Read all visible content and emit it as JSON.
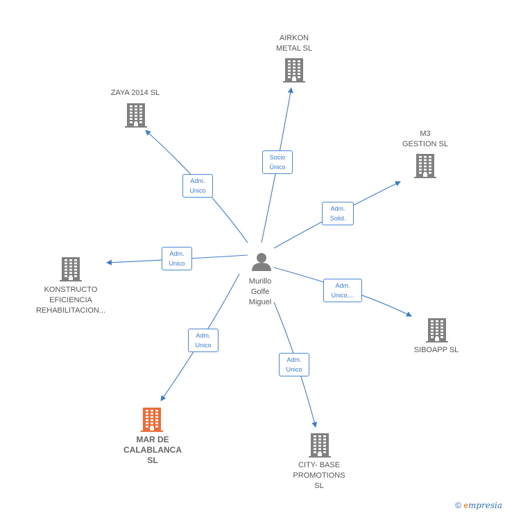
{
  "center": {
    "label": "Murillo\nGolfe\nMiguel",
    "icon": "person-icon"
  },
  "companies": [
    {
      "id": "airkon",
      "label": "AIRKON\nMETAL  SL",
      "icon": "building-icon",
      "color": "#808080"
    },
    {
      "id": "zaya",
      "label": "ZAYA 2014  SL",
      "icon": "building-icon",
      "color": "#808080"
    },
    {
      "id": "m3",
      "label": "M3\nGESTION SL",
      "icon": "building-icon",
      "color": "#808080"
    },
    {
      "id": "konstructo",
      "label": "KONSTRUCTO\nEFICIENCIA\nREHABILITACION...",
      "icon": "building-icon",
      "color": "#808080"
    },
    {
      "id": "siboapp",
      "label": "SIBOAPP  SL",
      "icon": "building-icon",
      "color": "#808080"
    },
    {
      "id": "mar",
      "label": "MAR DE\nCALABLANCA\nSL",
      "icon": "building-icon",
      "color": "#f06a35"
    },
    {
      "id": "citybase",
      "label": "CITY- BASE\nPROMOTIONS\nSL",
      "icon": "building-icon",
      "color": "#808080"
    }
  ],
  "edges": [
    {
      "to": "airkon",
      "label": "Socio\nÚnico"
    },
    {
      "to": "zaya",
      "label": "Adm.\nUnico"
    },
    {
      "to": "m3",
      "label": "Adm.\nSolid."
    },
    {
      "to": "konstructo",
      "label": "Adm.\nUnico"
    },
    {
      "to": "siboapp",
      "label": "Adm.\nUnico,..."
    },
    {
      "to": "mar",
      "label": "Adm.\nUnico"
    },
    {
      "to": "citybase",
      "label": "Adm.\nUnico"
    }
  ],
  "colors": {
    "edge": "#3d7ccc",
    "node": "#808080",
    "highlight": "#f06a35"
  },
  "footer": {
    "copyright": "©",
    "brand": "mpresia",
    "brand_initial": "e"
  }
}
